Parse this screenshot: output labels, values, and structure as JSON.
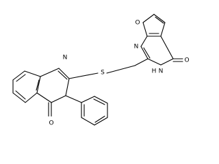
{
  "atoms": [
    {
      "id": "O1",
      "label": "O"
    },
    {
      "id": "N1",
      "label": "N"
    },
    {
      "id": "N2",
      "label": "N"
    },
    {
      "id": "NH",
      "label": "N"
    },
    {
      "id": "H_NH",
      "label": "H"
    },
    {
      "id": "S",
      "label": "S"
    },
    {
      "id": "O2",
      "label": "O"
    },
    {
      "id": "O3",
      "label": "O"
    }
  ]
}
